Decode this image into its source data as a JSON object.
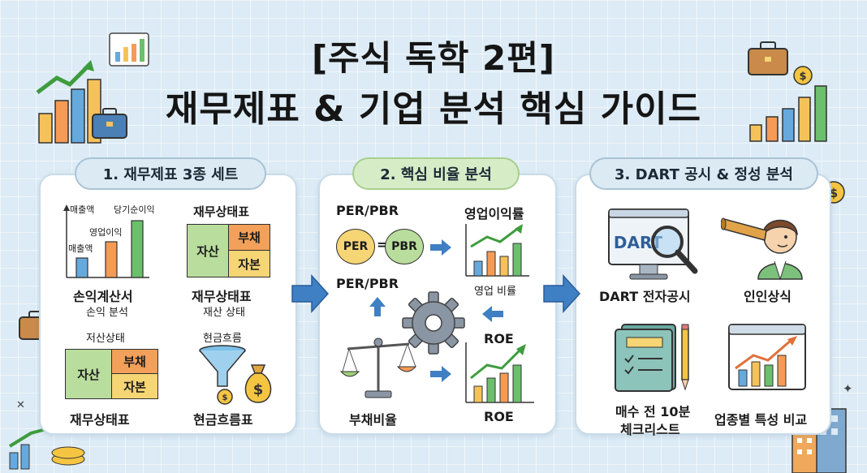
{
  "title": {
    "line1": "[주식 독학 2편]",
    "line2": "재무제표 & 기업 분석 핵심 가이드"
  },
  "section1": {
    "header": "1. 재무제표 3종 세트",
    "income": {
      "axis_label_revenue": "매출액",
      "axis_label_net_income": "당기순이익",
      "bar_label_operating": "영업이익",
      "bar_label_revenue": "매출액",
      "title": "손익계산서",
      "subtitle": "손익 분석"
    },
    "balance": {
      "top_label": "재무상태표",
      "asset": "자산",
      "liability": "부채",
      "equity": "자본",
      "title": "재무상태표",
      "subtitle": "재산 상태"
    },
    "balance2": {
      "top_label": "저산상태",
      "asset": "자산",
      "liability": "부채",
      "equity": "자본",
      "title": "재무상태표"
    },
    "cashflow": {
      "top_label": "현금흐름",
      "coin_symbol": "$",
      "bag_symbol": "$",
      "title": "현금흐름표"
    }
  },
  "section2": {
    "header": "2. 핵심 비율 분석",
    "per_pbr_top": "PER/PBR",
    "per": "PER",
    "equals": "=",
    "pbr": "PBR",
    "operating_margin_title": "영업이익률",
    "operating_ratio": "영업 비률",
    "per_pbr_mid": "PER/PBR",
    "roe_mid": "ROE",
    "debt_ratio": "부채비율",
    "roe_bottom": "ROE"
  },
  "section3": {
    "header": "3. DART 공시 & 정성 분석",
    "dart_screen": "DART",
    "dart_label": "DART 전자공시",
    "insight_label": "인인상식",
    "checklist_label_1": "매수 전 10분",
    "checklist_label_2": "체크리스트",
    "industry_label": "업종별 특성 비교"
  },
  "colors": {
    "background": "#dcebf5",
    "green": "#b9dd9c",
    "orange": "#f2a05a",
    "yellow": "#f5d574",
    "blue_arrow": "#3f7fc4",
    "accent_green_line": "#4da64d"
  },
  "icons": [
    "bar-chart-icon",
    "briefcase-icon",
    "coin-icon",
    "funnel-icon",
    "money-bag-icon",
    "gear-icon",
    "scale-icon",
    "monitor-icon",
    "magnifier-icon",
    "telescope-person-icon",
    "notebook-icon",
    "pencil-icon",
    "line-chart-icon",
    "arrow-right-icon"
  ]
}
